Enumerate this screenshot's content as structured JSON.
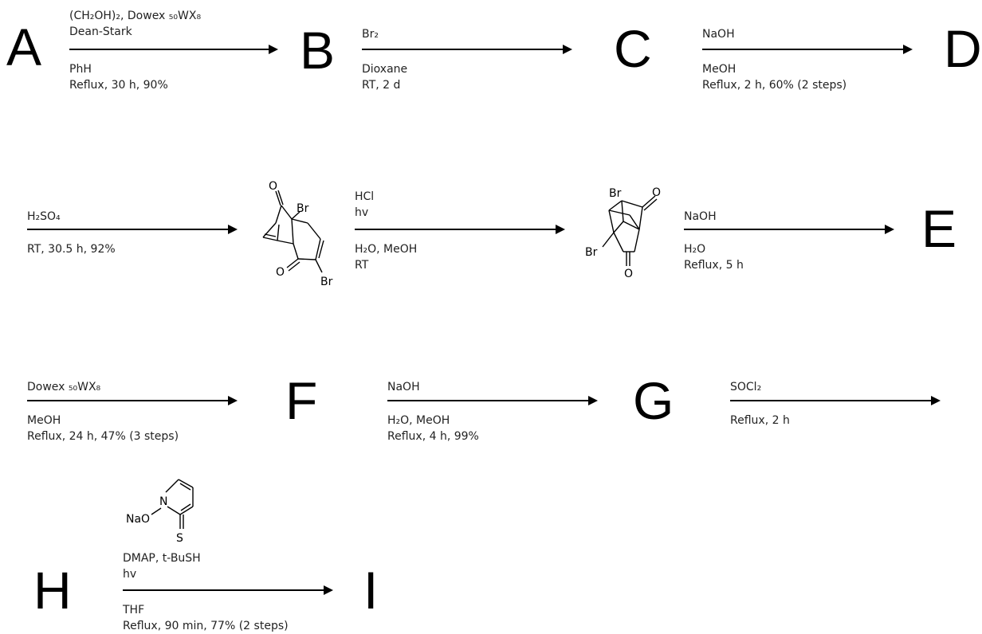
{
  "compounds": [
    "A",
    "B",
    "C",
    "D",
    "E",
    "F",
    "G",
    "H",
    "I"
  ],
  "steps": {
    "ab": {
      "top": [
        "(CH₂OH)₂, Dowex ₅₀WX₈",
        "Dean-Stark"
      ],
      "bottom": [
        "PhH",
        "Reflux, 30 h, 90%"
      ]
    },
    "bc": {
      "top": [
        "Br₂"
      ],
      "bottom": [
        "Dioxane",
        "RT, 2 d"
      ]
    },
    "cd": {
      "top": [
        "NaOH"
      ],
      "bottom": [
        "MeOH",
        "Reflux, 2 h, 60% (2 steps)"
      ]
    },
    "d_dione": {
      "top": [
        "H₂SO₄"
      ],
      "bottom": [
        "RT, 30.5 h, 92%"
      ]
    },
    "dione_cage": {
      "top": [
        "HCl",
        "hv"
      ],
      "bottom": [
        "H₂O, MeOH",
        "RT"
      ]
    },
    "cage_e": {
      "top": [
        "NaOH"
      ],
      "bottom": [
        "H₂O",
        "Reflux, 5 h"
      ]
    },
    "ef": {
      "top": [
        "Dowex ₅₀WX₈"
      ],
      "bottom": [
        "MeOH",
        "Reflux, 24 h, 47% (3 steps)"
      ]
    },
    "fg": {
      "top": [
        "NaOH"
      ],
      "bottom": [
        "H₂O, MeOH",
        "Reflux, 4 h, 99%"
      ]
    },
    "gh": {
      "top": [
        "SOCl₂"
      ],
      "bottom": [
        "Reflux, 2 h"
      ]
    },
    "hi": {
      "top": [
        "DMAP, t-BuSH",
        "hv"
      ],
      "bottom": [
        "THF",
        "Reflux, 90 min, 77% (2 steps)"
      ]
    }
  },
  "structures": {
    "dione": {
      "atoms": [
        "O",
        "Br",
        "O",
        "Br"
      ]
    },
    "cage": {
      "atoms": [
        "Br",
        "O",
        "Br",
        "O"
      ]
    },
    "reagent": {
      "atoms": [
        "N",
        "NaO",
        "S"
      ]
    }
  }
}
